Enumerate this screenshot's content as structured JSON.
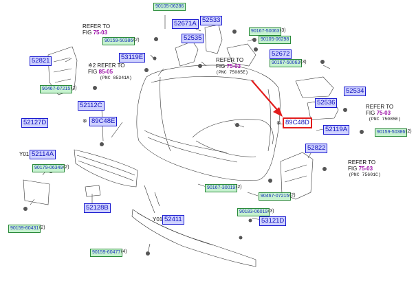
{
  "parts": [
    {
      "id": "p_90105_06286",
      "text": "90105-06286",
      "kind": "hw"
    },
    {
      "id": "p_52533",
      "text": "52533",
      "kind": "pn"
    },
    {
      "id": "p_52671A",
      "text": "52671A",
      "kind": "pn"
    },
    {
      "id": "p_52535",
      "text": "52535",
      "kind": "pn"
    },
    {
      "id": "p_90159_50386",
      "text": "90159-50386",
      "kind": "hw",
      "qty": "(2)"
    },
    {
      "id": "p_90167_50063_top",
      "text": "90167-50063",
      "kind": "hw",
      "qty": "(3)"
    },
    {
      "id": "p_90105_06298",
      "text": "90105-06298",
      "kind": "hw"
    },
    {
      "id": "p_52821",
      "text": "52821",
      "kind": "pn"
    },
    {
      "id": "p_53119E",
      "text": "53119E",
      "kind": "pn"
    },
    {
      "id": "p_52672",
      "text": "52672",
      "kind": "pn"
    },
    {
      "id": "p_90167_50063_b",
      "text": "90167-50063",
      "kind": "hw",
      "qty": "(3)"
    },
    {
      "id": "p_90467_07215_a",
      "text": "90467-07215",
      "kind": "hw",
      "qty": "(2)"
    },
    {
      "id": "p_52534",
      "text": "52534",
      "kind": "pn"
    },
    {
      "id": "p_52112C",
      "text": "52112C",
      "kind": "pn"
    },
    {
      "id": "p_52536",
      "text": "52536",
      "kind": "pn"
    },
    {
      "id": "p_52127D",
      "text": "52127D",
      "kind": "pn"
    },
    {
      "id": "p_89C48E",
      "text": "89C48E",
      "kind": "pn"
    },
    {
      "id": "p_52119A",
      "text": "52119A",
      "kind": "pn"
    },
    {
      "id": "p_90159_50386_b",
      "text": "90159-50386",
      "kind": "hw",
      "qty": "(2)"
    },
    {
      "id": "p_52822",
      "text": "52822",
      "kind": "pn"
    },
    {
      "id": "p_52114A",
      "text": "52114A",
      "kind": "pn"
    },
    {
      "id": "p_90179_06349",
      "text": "90179-06349",
      "kind": "hw",
      "qty": "(2)"
    },
    {
      "id": "p_90167_30019",
      "text": "90167-30019",
      "kind": "hw",
      "qty": "(2)"
    },
    {
      "id": "p_90467_07215_b",
      "text": "90467-07215",
      "kind": "hw",
      "qty": "(2)"
    },
    {
      "id": "p_52128B",
      "text": "52128B",
      "kind": "pn"
    },
    {
      "id": "p_90183_06019",
      "text": "90183-06019",
      "kind": "hw",
      "qty": "(3)"
    },
    {
      "id": "p_90159_60431",
      "text": "90159-60431",
      "kind": "hw",
      "qty": "(2)"
    },
    {
      "id": "p_52411",
      "text": "52411",
      "kind": "pn"
    },
    {
      "id": "p_53121D",
      "text": "53121D",
      "kind": "pn"
    },
    {
      "id": "p_90159_60477",
      "text": "90159-60477",
      "kind": "hw",
      "qty": "(4)"
    }
  ],
  "highlighted": {
    "text": "89C48D",
    "star": "※"
  },
  "refs": [
    {
      "id": "r1",
      "line1": "REFER TO",
      "fig_prefix": "FIG ",
      "fig": "75-03",
      "pnc": ""
    },
    {
      "id": "r2",
      "line1": "REFER TO",
      "fig_prefix": "FIG ",
      "fig": "75-03",
      "pnc": "(PNC 75085E)"
    },
    {
      "id": "r3",
      "line1": "※2 REFER TO",
      "fig_prefix": "FIG ",
      "fig": "85-05",
      "pnc": "(PNC 85341A)"
    },
    {
      "id": "r4",
      "line1": "REFER TO",
      "fig_prefix": "FIG ",
      "fig": "75-03",
      "pnc": "(PNC 75085E)"
    },
    {
      "id": "r5",
      "line1": "REFER TO",
      "fig_prefix": "FIG ",
      "fig": "75-03",
      "pnc": "(PNC 75601C)"
    }
  ],
  "markers": {
    "star_small": "※",
    "y01_a": "Y01",
    "y01_b": "Y01"
  },
  "colors": {
    "part_fill": "#cfd2ff",
    "part_border": "#1a1ad0",
    "hw_fill": "#c6f2cf",
    "hw_border": "#2a8a3a",
    "fig_ref": "#9d10a8",
    "highlight": "#e21c1c"
  }
}
